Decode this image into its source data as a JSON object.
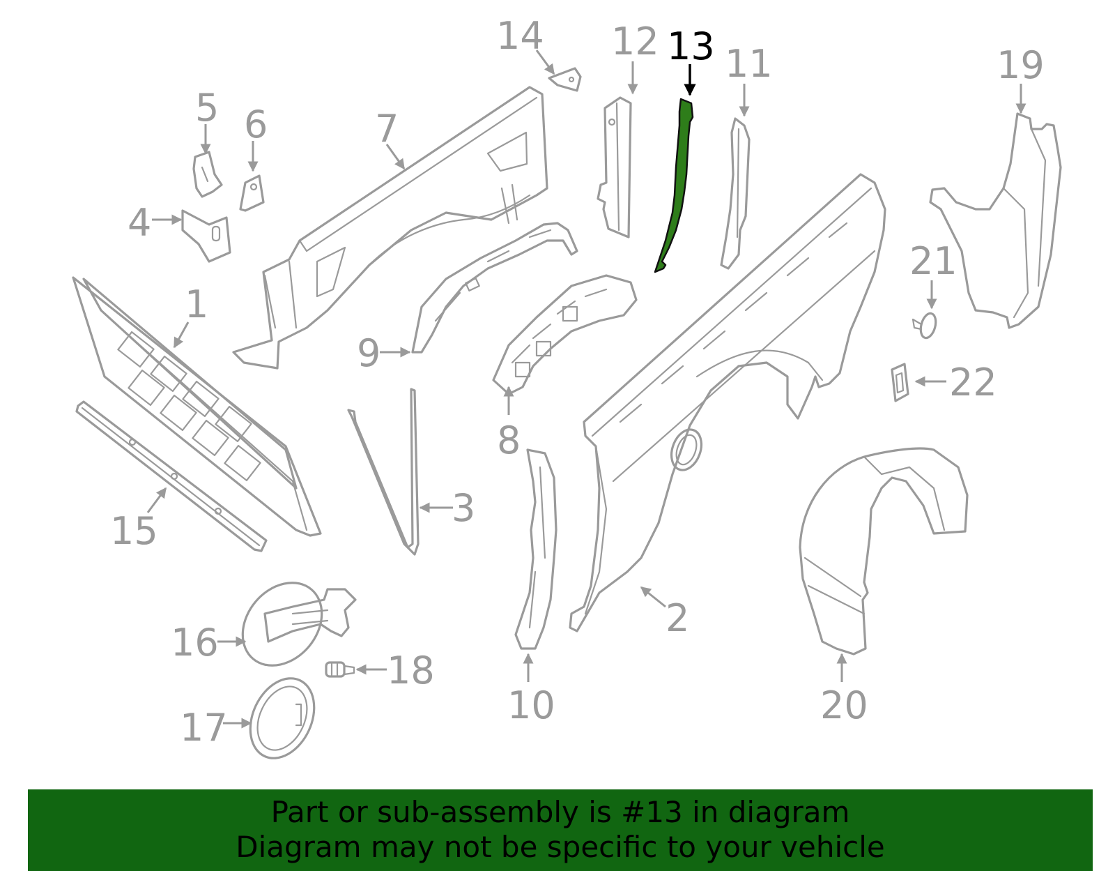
{
  "callouts": {
    "c1": "1",
    "c2": "2",
    "c3": "3",
    "c4": "4",
    "c5": "5",
    "c6": "6",
    "c7": "7",
    "c8": "8",
    "c9": "9",
    "c10": "10",
    "c11": "11",
    "c12": "12",
    "c13": "13",
    "c14": "14",
    "c15": "15",
    "c16": "16",
    "c17": "17",
    "c18": "18",
    "c19": "19",
    "c20": "20",
    "c21": "21",
    "c22": "22"
  },
  "highlight": {
    "part_number": "13",
    "color": "#2e7d1a"
  },
  "banner": {
    "line1": "Part or sub-assembly is #13 in diagram",
    "line2": "Diagram may not be specific to your vehicle",
    "background": "#116611"
  },
  "colors": {
    "line": "#9a9a9a",
    "highlight_label": "#000000"
  }
}
